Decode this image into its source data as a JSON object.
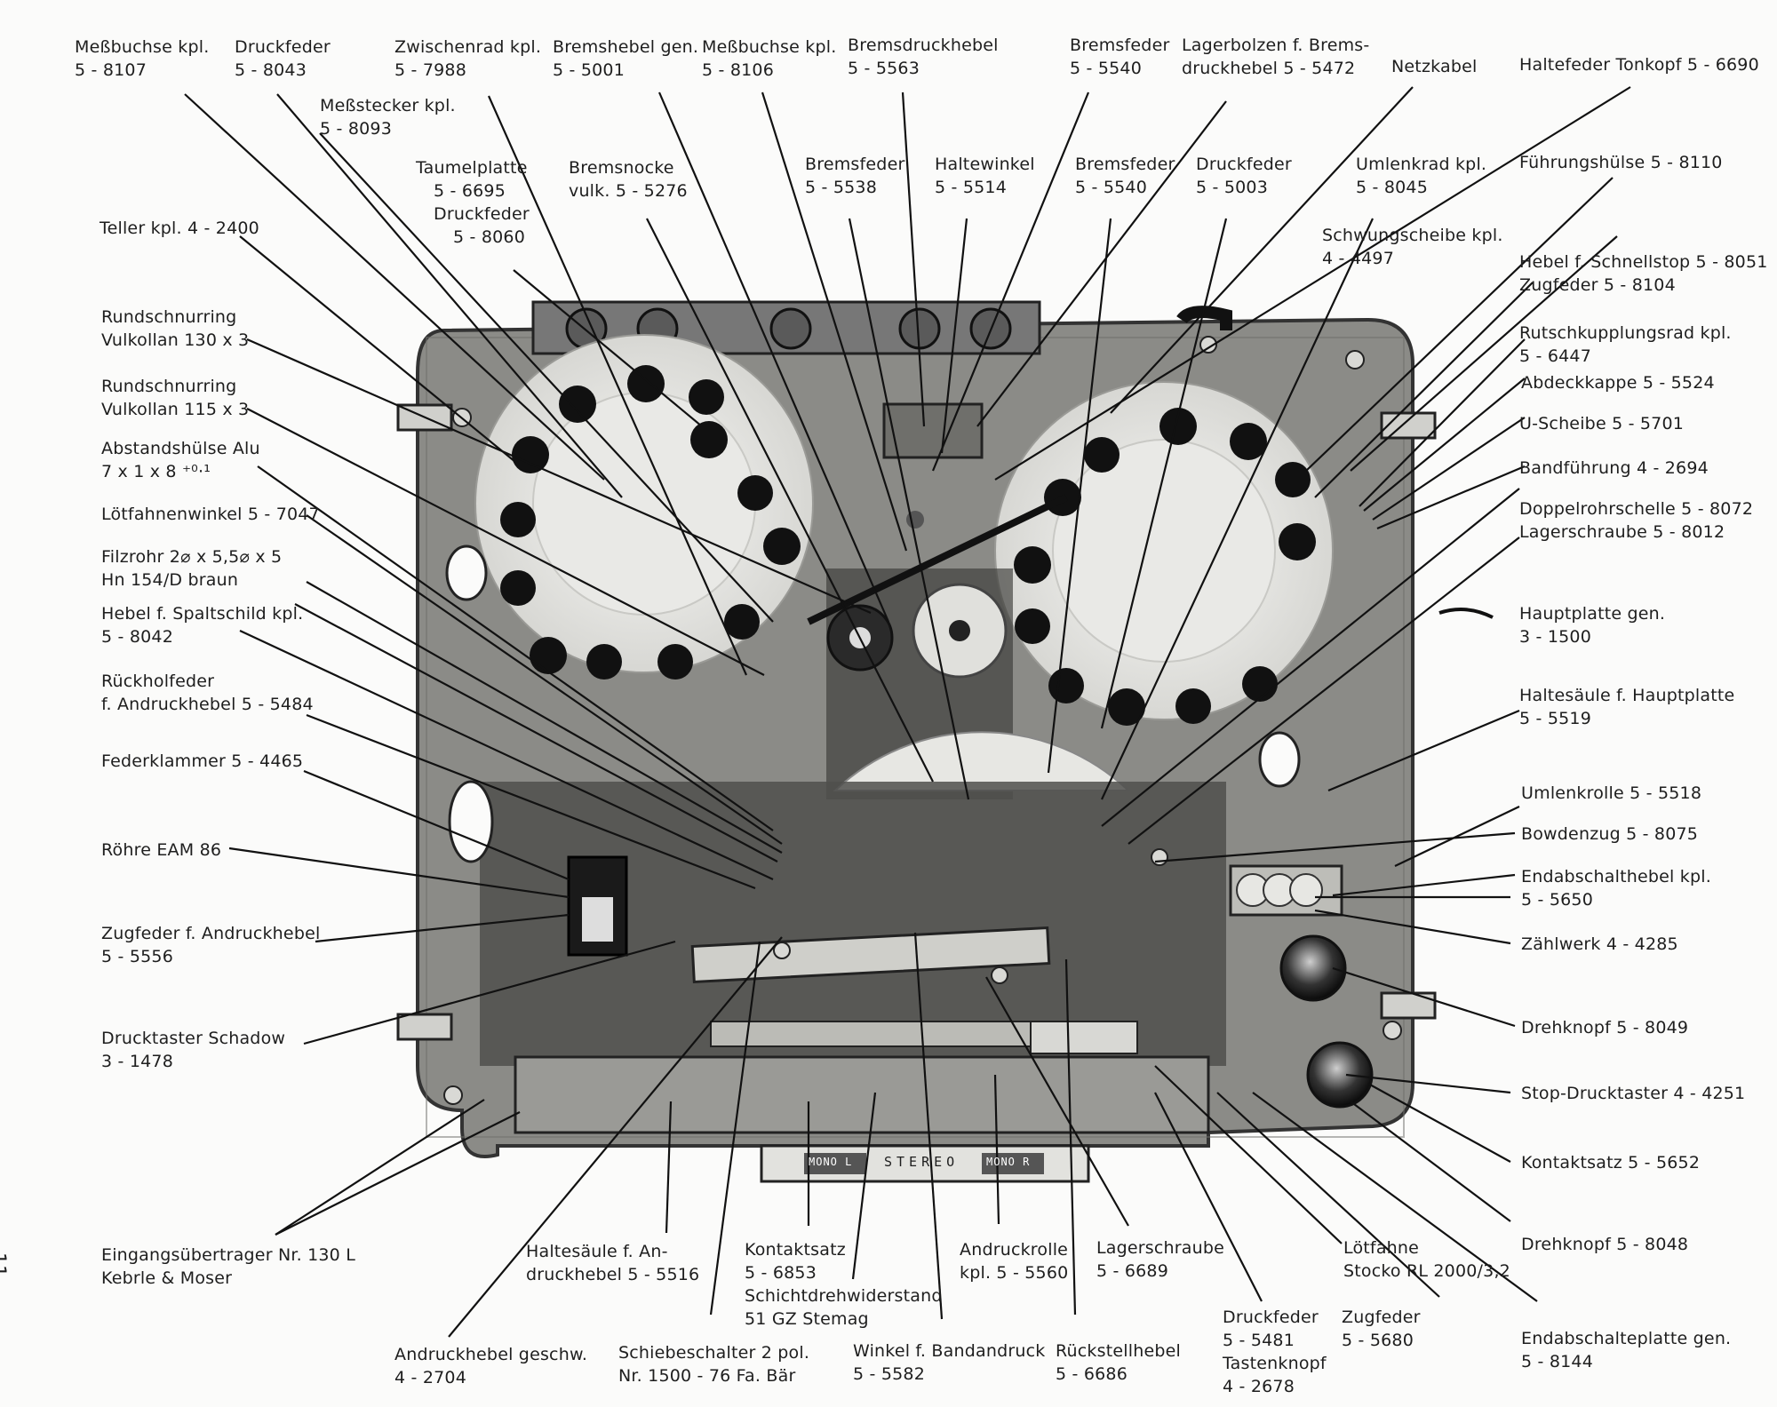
{
  "page_number": "11",
  "panel": {
    "left_tag": "MONO L",
    "center": "STEREO",
    "right_tag": "MONO R"
  },
  "colors": {
    "ink": "#1e1e1e",
    "plate": "#8a8a86",
    "reel": "#eeeeee",
    "hole": "#111111",
    "paper": "#fbfbfa"
  },
  "labels": [
    {
      "id": "messbuchse-8107",
      "l1": "Meßbuchse kpl.",
      "l2": "5 - 8107"
    },
    {
      "id": "druckfeder-8043",
      "l1": "Druckfeder",
      "l2": "5 - 8043"
    },
    {
      "id": "zwischenrad",
      "l1": "Zwischenrad kpl.",
      "l2": "5 - 7988"
    },
    {
      "id": "bremshebel",
      "l1": "Bremshebel gen.",
      "l2": "5 - 5001"
    },
    {
      "id": "messbuchse-8106",
      "l1": "Meßbuchse kpl.",
      "l2": "5 - 8106"
    },
    {
      "id": "bremsdruckhebel",
      "l1": "Bremsdruckhebel",
      "l2": "5 - 5563"
    },
    {
      "id": "bremsfeder-top",
      "l1": "Bremsfeder",
      "l2": "5 - 5540"
    },
    {
      "id": "lagerbolzen",
      "l1": "Lagerbolzen f. Brems-",
      "l2": "druckhebel 5 - 5472"
    },
    {
      "id": "netzkabel",
      "l1": "Netzkabel",
      "l2": ""
    },
    {
      "id": "haltefeder",
      "l1": "Haltefeder Tonkopf 5 - 6690",
      "l2": ""
    },
    {
      "id": "messstecker",
      "l1": "Meßstecker kpl.",
      "l2": "5 - 8093"
    },
    {
      "id": "taumelplatte",
      "l1": "Taumelplatte",
      "l2": "5 - 6695"
    },
    {
      "id": "druckfeder-8060",
      "l1": "Druckfeder",
      "l2": "5 - 8060"
    },
    {
      "id": "bremsnocke",
      "l1": "Bremsnocke",
      "l2": "vulk. 5 - 5276"
    },
    {
      "id": "bremsfeder-5538",
      "l1": "Bremsfeder",
      "l2": "5 - 5538"
    },
    {
      "id": "haltewinkel",
      "l1": "Haltewinkel",
      "l2": "5 - 5514"
    },
    {
      "id": "bremsfeder-mid",
      "l1": "Bremsfeder",
      "l2": "5 - 5540"
    },
    {
      "id": "druckfeder-5003",
      "l1": "Druckfeder",
      "l2": "5 - 5003"
    },
    {
      "id": "umlenkrad",
      "l1": "Umlenkrad kpl.",
      "l2": "5 - 8045"
    },
    {
      "id": "fuehrungshuelse",
      "l1": "Führungshülse 5 - 8110",
      "l2": ""
    },
    {
      "id": "teller",
      "l1": "Teller kpl. 4 - 2400",
      "l2": ""
    },
    {
      "id": "schwungscheibe",
      "l1": "Schwungscheibe kpl.",
      "l2": "4 - 4497"
    },
    {
      "id": "hebel-schnellstop",
      "l1": "Hebel f. Schnellstop 5 - 8051",
      "l2": "Zugfeder 5 - 8104"
    },
    {
      "id": "rundschnur-130",
      "l1": "Rundschnurring",
      "l2": "Vulkollan 130 x 3"
    },
    {
      "id": "rutschkupplung",
      "l1": "Rutschkupplungsrad kpl.",
      "l2": "5 - 6447"
    },
    {
      "id": "abdeckkappe",
      "l1": "Abdeckkappe 5 - 5524",
      "l2": ""
    },
    {
      "id": "rundschnur-115",
      "l1": "Rundschnurring",
      "l2": "Vulkollan 115 x 3"
    },
    {
      "id": "u-scheibe",
      "l1": "U-Scheibe 5 - 5701",
      "l2": ""
    },
    {
      "id": "abstandshuelse",
      "l1": "Abstandshülse Alu",
      "l2": "7 x 1 x 8 ⁺⁰·¹"
    },
    {
      "id": "bandfuehrung",
      "l1": "Bandführung 4 - 2694",
      "l2": ""
    },
    {
      "id": "doppelrohrschelle",
      "l1": "Doppelrohrschelle 5 - 8072",
      "l2": "Lagerschraube 5 - 8012"
    },
    {
      "id": "loetfahnenwinkel",
      "l1": "Lötfahnenwinkel 5 - 7047",
      "l2": ""
    },
    {
      "id": "filzrohr",
      "l1": "Filzrohr 2⌀ x 5,5⌀ x 5",
      "l2": "Hn 154/D braun"
    },
    {
      "id": "hebel-spaltschild",
      "l1": "Hebel f. Spaltschild kpl.",
      "l2": "5 - 8042"
    },
    {
      "id": "hauptplatte",
      "l1": "Hauptplatte gen.",
      "l2": "3 - 1500"
    },
    {
      "id": "rueckholfeder",
      "l1": "Rückholfeder",
      "l2": "f. Andruckhebel 5 - 5484"
    },
    {
      "id": "haltesaeule-hauptplatte",
      "l1": "Haltesäule f. Hauptplatte",
      "l2": "5 - 5519"
    },
    {
      "id": "federklammer",
      "l1": "Federklammer 5 - 4465",
      "l2": ""
    },
    {
      "id": "umlenkrolle",
      "l1": "Umlenkrolle 5 - 5518",
      "l2": ""
    },
    {
      "id": "bowdenzug",
      "l1": "Bowdenzug 5 - 8075",
      "l2": ""
    },
    {
      "id": "roehre",
      "l1": "Röhre EAM 86",
      "l2": ""
    },
    {
      "id": "endabschalthebel",
      "l1": "Endabschalthebel kpl.",
      "l2": "5 - 5650"
    },
    {
      "id": "zugfeder-andruck",
      "l1": "Zugfeder f. Andruckhebel",
      "l2": "5 - 5556"
    },
    {
      "id": "zaehlwerk",
      "l1": "Zählwerk 4 - 4285",
      "l2": ""
    },
    {
      "id": "drucktaster",
      "l1": "Drucktaster Schadow",
      "l2": "3 - 1478"
    },
    {
      "id": "drehknopf-8049",
      "l1": "Drehknopf 5 - 8049",
      "l2": ""
    },
    {
      "id": "stop-drucktaster",
      "l1": "Stop-Drucktaster 4 - 4251",
      "l2": ""
    },
    {
      "id": "kontaktsatz-5652",
      "l1": "Kontaktsatz 5 - 5652",
      "l2": ""
    },
    {
      "id": "drehknopf-8048",
      "l1": "Drehknopf 5 - 8048",
      "l2": ""
    },
    {
      "id": "eingangsuebertrager",
      "l1": "Eingangsübertrager Nr. 130 L",
      "l2": "Kebrle & Moser"
    },
    {
      "id": "haltesaeule-andruck",
      "l1": "Haltesäule f. An-",
      "l2": "druckhebel 5 - 5516"
    },
    {
      "id": "kontaktsatz-6853",
      "l1": "Kontaktsatz",
      "l2": "5 - 6853",
      "l3": "Schichtdrehwiderstand",
      "l4": "51 GZ Stemag"
    },
    {
      "id": "andruckrolle",
      "l1": "Andruckrolle",
      "l2": "kpl. 5 - 5560"
    },
    {
      "id": "lagerschraube-6689",
      "l1": "Lagerschraube",
      "l2": "5 - 6689"
    },
    {
      "id": "loetfahne",
      "l1": "Lötfahne",
      "l2": "Stocko RL 2000/3,2"
    },
    {
      "id": "druckfeder-5481",
      "l1": "Druckfeder",
      "l2": "5 - 5481",
      "l3": "Tastenknopf",
      "l4": "4 - 2678"
    },
    {
      "id": "zugfeder-5680",
      "l1": "Zugfeder",
      "l2": "5 - 5680"
    },
    {
      "id": "endabschalteplatte",
      "l1": "Endabschalteplatte gen.",
      "l2": "5 - 8144"
    },
    {
      "id": "andruckhebel",
      "l1": "Andruckhebel geschw.",
      "l2": "4 - 2704"
    },
    {
      "id": "schiebeschalter",
      "l1": "Schiebeschalter 2 pol.",
      "l2": "Nr. 1500 - 76 Fa. Bär"
    },
    {
      "id": "winkel-bandandruck",
      "l1": "Winkel f. Bandandruck",
      "l2": "5 - 5582"
    },
    {
      "id": "rueckstellhebel",
      "l1": "Rückstellhebel",
      "l2": "5 - 6686"
    }
  ]
}
